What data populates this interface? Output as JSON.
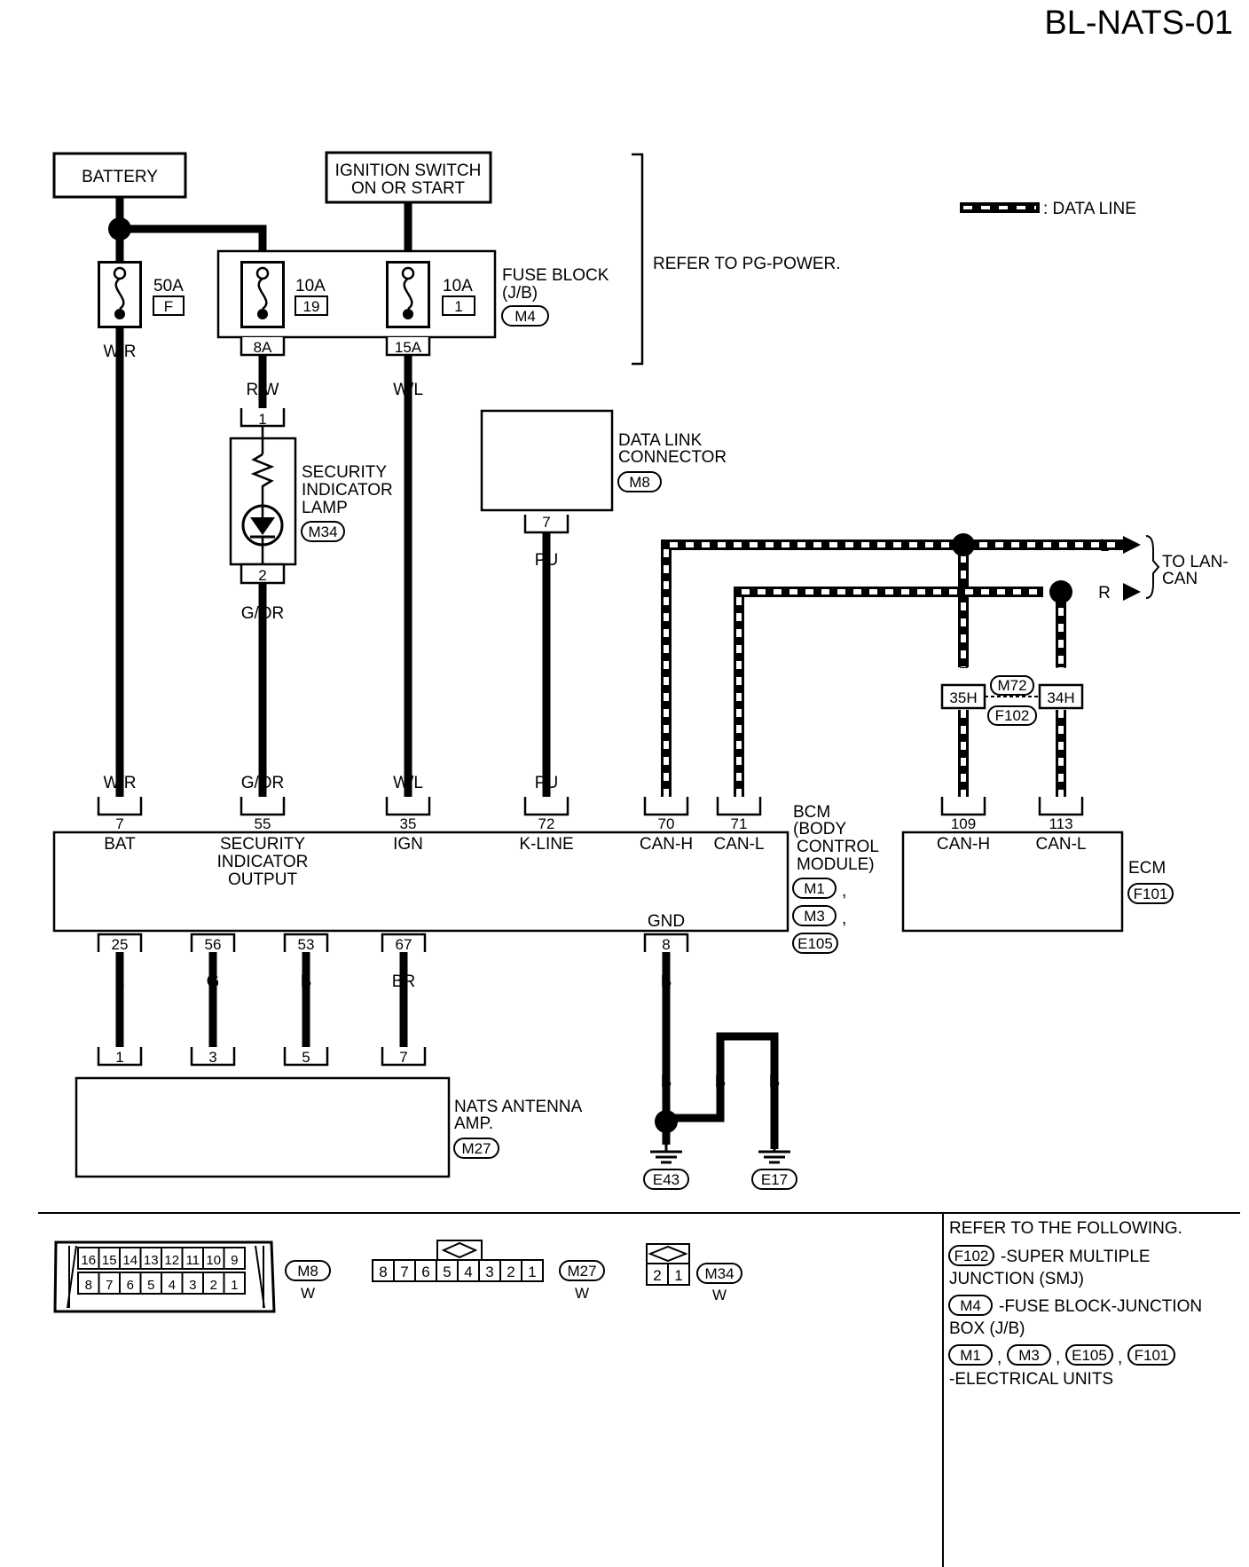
{
  "title": "BL-NATS-01",
  "legend": {
    "data_line": ": DATA LINE"
  },
  "power": {
    "battery": "BATTERY",
    "ign_1": "IGNITION SWITCH",
    "ign_2": "ON OR START",
    "refer": "REFER TO PG-POWER."
  },
  "fuses": {
    "f1_amp": "50A",
    "f1_no": "F",
    "f2_amp": "10A",
    "f2_no": "19",
    "f3_amp": "10A",
    "f3_no": "1",
    "block_1": "FUSE BLOCK",
    "block_2": "(J/B)",
    "block_conn": "M4",
    "term_8a": "8A",
    "term_15a": "15A"
  },
  "wires": {
    "wr": "W/R",
    "rw": "R/W",
    "wl": "W/L",
    "gor": "G/OR",
    "pu": "PU",
    "l": "L",
    "r": "R",
    "g": "G",
    "b": "B",
    "br": "BR"
  },
  "lamp": {
    "line1": "SECURITY",
    "line2": "INDICATOR",
    "line3": "LAMP",
    "conn": "M34",
    "pin1": "1",
    "pin2": "2"
  },
  "dlc": {
    "line1": "DATA LINK",
    "line2": "CONNECTOR",
    "conn": "M8",
    "pin": "7"
  },
  "lan": {
    "line1": "TO LAN-",
    "line2": "CAN"
  },
  "smj": {
    "pin_l": "35H",
    "pin_r": "34H",
    "conn1": "M72",
    "conn2": "F102"
  },
  "bcm": {
    "name1": "BCM",
    "name2": "(BODY",
    "name3": "CONTROL",
    "name4": "MODULE)",
    "conn1": "M1",
    "conn2": "M3",
    "conn3": "E105",
    "pin_bat": "7",
    "lbl_bat": "BAT",
    "pin_sec": "55",
    "lbl_sec1": "SECURITY",
    "lbl_sec2": "INDICATOR",
    "lbl_sec3": "OUTPUT",
    "pin_ign": "35",
    "lbl_ign": "IGN",
    "pin_kl": "72",
    "lbl_kl": "K-LINE",
    "pin_canh": "70",
    "lbl_canh": "CAN-H",
    "pin_canl": "71",
    "lbl_canl": "CAN-L",
    "pin_gnd": "8",
    "lbl_gnd": "GND",
    "pin_25": "25",
    "pin_56": "56",
    "pin_53": "53",
    "pin_67": "67"
  },
  "ecm": {
    "name": "ECM",
    "conn": "F101",
    "pin_h": "109",
    "lbl_h": "CAN-H",
    "pin_l": "113",
    "lbl_l": "CAN-L"
  },
  "nats": {
    "line1": "NATS ANTENNA",
    "line2": "AMP.",
    "conn": "M27",
    "p1": "1",
    "p3": "3",
    "p5": "5",
    "p7": "7"
  },
  "ground": {
    "e43": "E43",
    "e17": "E17"
  },
  "connectors": {
    "m8_top": [
      "16",
      "15",
      "14",
      "13",
      "12",
      "11",
      "10",
      "9"
    ],
    "m8_bot": [
      "8",
      "7",
      "6",
      "5",
      "4",
      "3",
      "2",
      "1"
    ],
    "m8": "M8",
    "m8_color": "W",
    "m27_pins": [
      "8",
      "7",
      "6",
      "5",
      "4",
      "3",
      "2",
      "1"
    ],
    "m27": "M27",
    "m27_color": "W",
    "m34_pins": [
      "2",
      "1"
    ],
    "m34": "M34",
    "m34_color": "W"
  },
  "notes": {
    "head": "REFER TO THE FOLLOWING.",
    "f102": "F102",
    "f102_t1": "-SUPER MULTIPLE",
    "f102_t2": "JUNCTION (SMJ)",
    "m4": "M4",
    "m4_t1": "-FUSE BLOCK-JUNCTION",
    "m4_t2": "BOX (J/B)",
    "u1": "M1",
    "u2": "M3",
    "u3": "E105",
    "u4": "F101",
    "units": "-ELECTRICAL UNITS"
  }
}
